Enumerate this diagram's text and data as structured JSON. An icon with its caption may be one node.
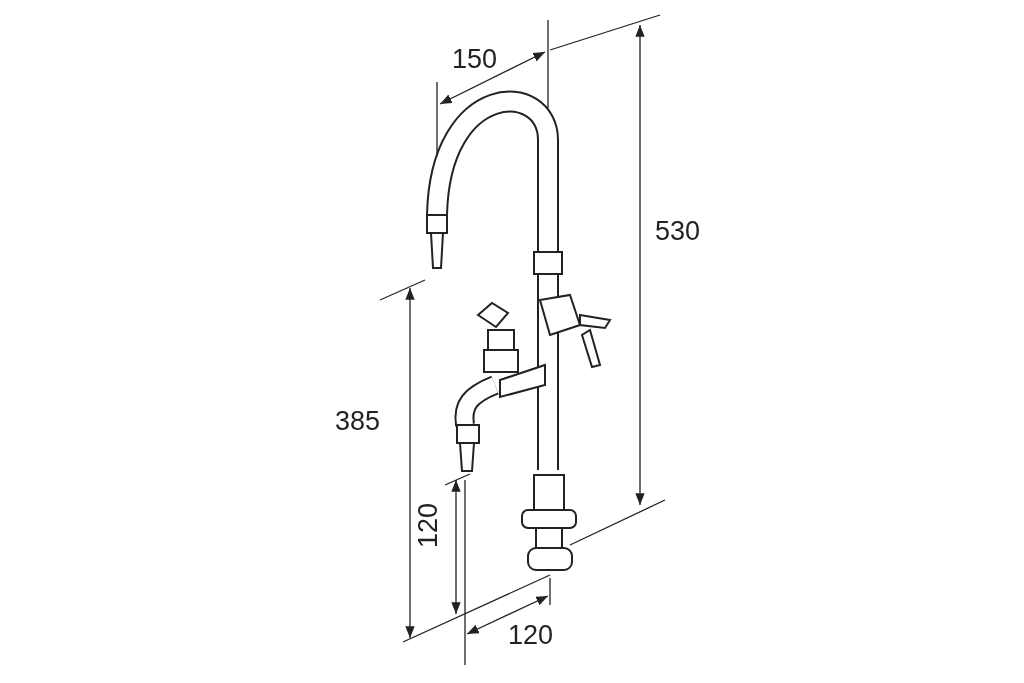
{
  "diagram": {
    "labels": [
      "150",
      "530",
      "385",
      "120",
      "120"
    ]
  }
}
